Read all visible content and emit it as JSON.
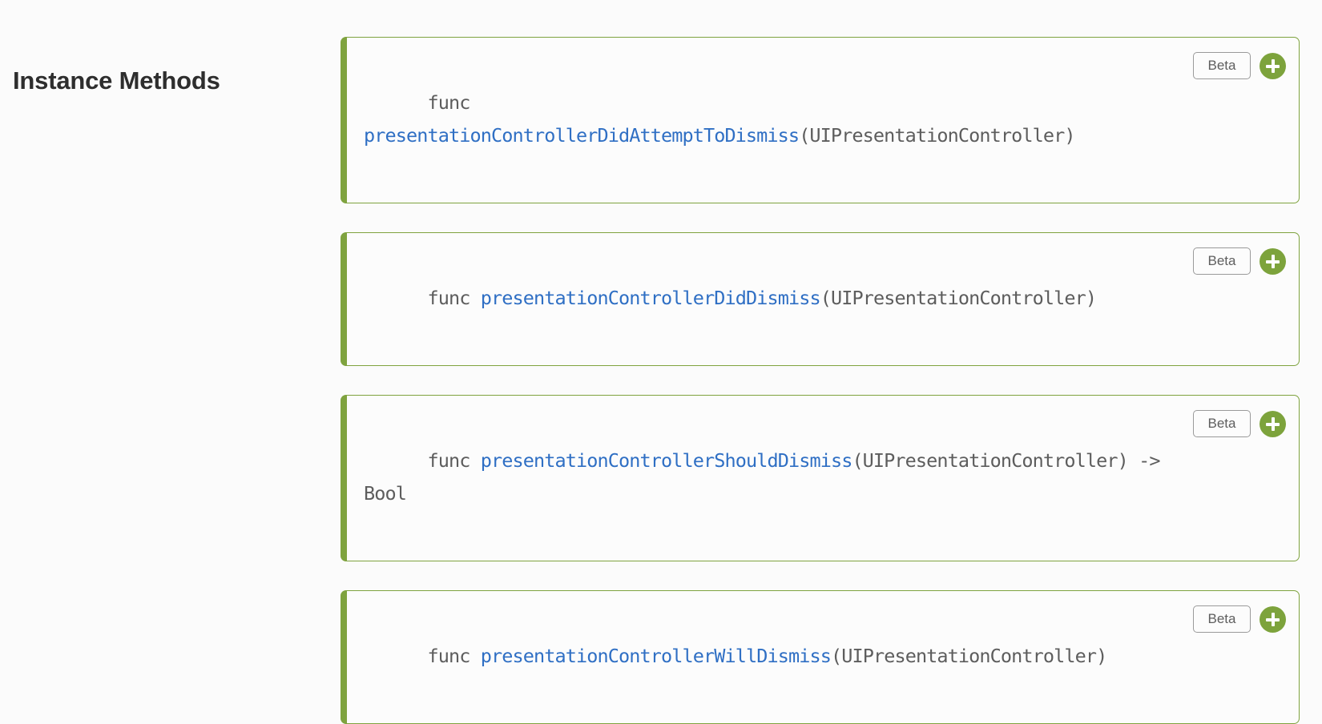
{
  "section": {
    "title": "Instance Methods"
  },
  "theme": {
    "page_background": "#fbfbfb",
    "card_background": "#fcfcfc",
    "accent_green": "#7fa33f",
    "plus_green": "#7da33c",
    "link_blue": "#2f6fc4",
    "code_gray": "#5d5d5d",
    "badge_border": "#9a9a9a",
    "title_color": "#2e2e2e"
  },
  "methods": [
    {
      "keyword": "func ",
      "name": "presentationControllerDidAttemptToDismiss",
      "params": "(UIPresentationController)",
      "returns": "",
      "badge": "Beta",
      "add_icon": "plus-icon"
    },
    {
      "keyword": "func ",
      "name": "presentationControllerDidDismiss",
      "params": "(UIPresentationController)",
      "returns": "",
      "badge": "Beta",
      "add_icon": "plus-icon"
    },
    {
      "keyword": "func ",
      "name": "presentationControllerShouldDismiss",
      "params": "(UIPresentationController)",
      "returns": " -> Bool",
      "badge": "Beta",
      "add_icon": "plus-icon"
    },
    {
      "keyword": "func ",
      "name": "presentationControllerWillDismiss",
      "params": "(UIPresentationController)",
      "returns": "",
      "badge": "Beta",
      "add_icon": "plus-icon"
    }
  ]
}
